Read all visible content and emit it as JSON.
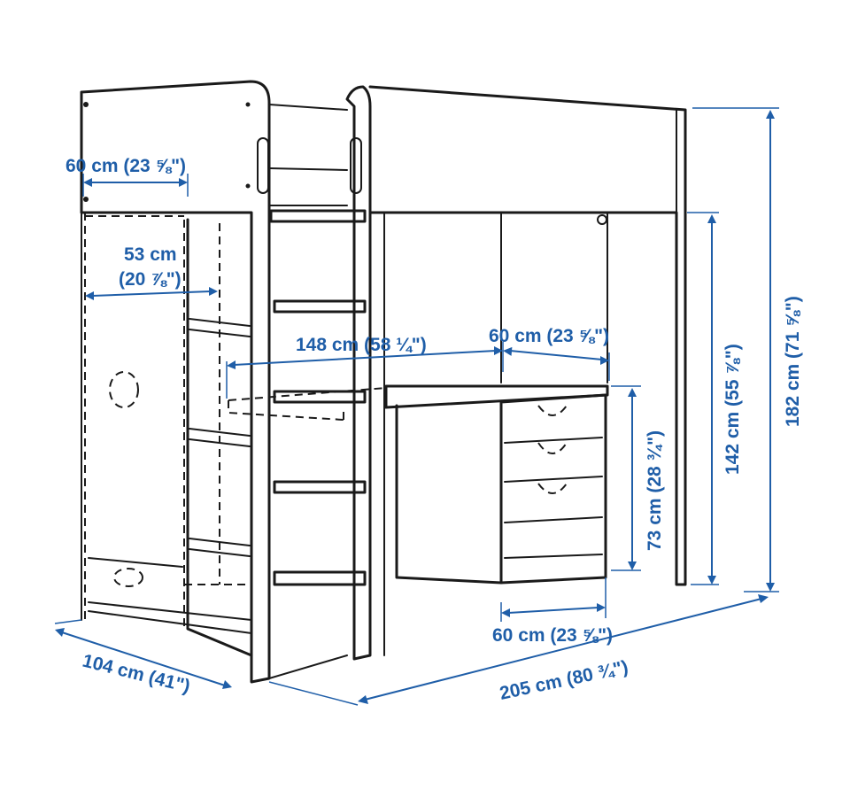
{
  "colors": {
    "dimension": "#1f5ea8",
    "drawing": "#1a1a1a",
    "background": "#ffffff"
  },
  "dimensions": {
    "wardrobe_width": "60 cm (23 ⅝\")",
    "shelf_width_line1": "53 cm",
    "shelf_width_line2": "(20 ⅞\")",
    "desk_width": "148 cm (58 ¼\")",
    "desk_drawer_width_top": "60 cm (23 ⅝\")",
    "desk_height": "73 cm (28 ¾\")",
    "clearance_height": "142 cm (55 ⅞\")",
    "total_height": "182 cm (71 ⅝\")",
    "desk_drawer_width_bottom": "60 cm (23 ⅝\")",
    "depth": "104 cm (41\")",
    "total_length": "205 cm (80 ¾\")"
  }
}
